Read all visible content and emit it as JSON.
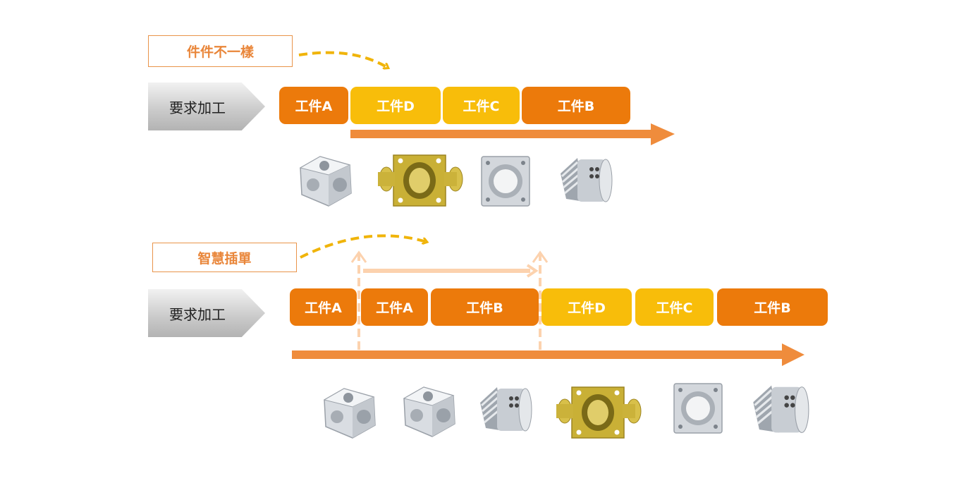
{
  "top": {
    "tag": "件件不一樣",
    "req": "要求加工",
    "blocks": [
      "工件A",
      "工件D",
      "工件C",
      "工件B"
    ]
  },
  "bottom": {
    "tag": "智慧插單",
    "req": "要求加工",
    "blocks": [
      "工件A",
      "工件A",
      "工件B",
      "工件D",
      "工件C",
      "工件B"
    ]
  },
  "colors": {
    "orange": "#ec7a0b",
    "yellow": "#f8bd0a",
    "arrow": "#ef8c3c",
    "dashed_gold": "#f0b40a",
    "peach": "#fcd2ae"
  },
  "parts": {
    "top": [
      "silver-block-icon",
      "brass-flange-icon",
      "square-plate-icon",
      "gear-cylinder-icon"
    ],
    "bottom": [
      "silver-block-icon",
      "silver-block-icon",
      "gear-cylinder-icon",
      "brass-flange-icon",
      "square-plate-icon",
      "gear-cylinder-icon"
    ]
  }
}
